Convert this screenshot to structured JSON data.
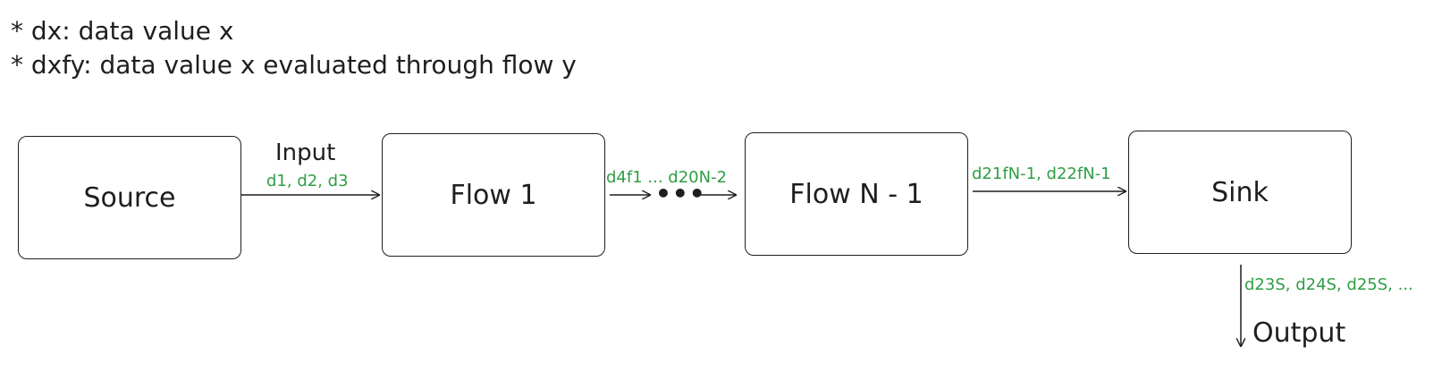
{
  "legend": [
    "* dx: data value x",
    "* dxfy: data value x evaluated through  flow y"
  ],
  "nodes": {
    "source": "Source",
    "flow1": "Flow 1",
    "flown": "Flow N - 1",
    "sink": "Sink"
  },
  "edges": {
    "input_label": "Input",
    "source_to_flow1": "d1, d2, d3",
    "flow1_out": "d4f1 ... d20N-2",
    "ellipsis": "•••",
    "flown_to_sink": "d21fN-1, d22fN-1",
    "sink_out": "d23S, d24S, d25S, ...",
    "output_label": "Output"
  },
  "colors": {
    "stroke": "#1e1e1e",
    "edge_label": "#2f9e44"
  }
}
